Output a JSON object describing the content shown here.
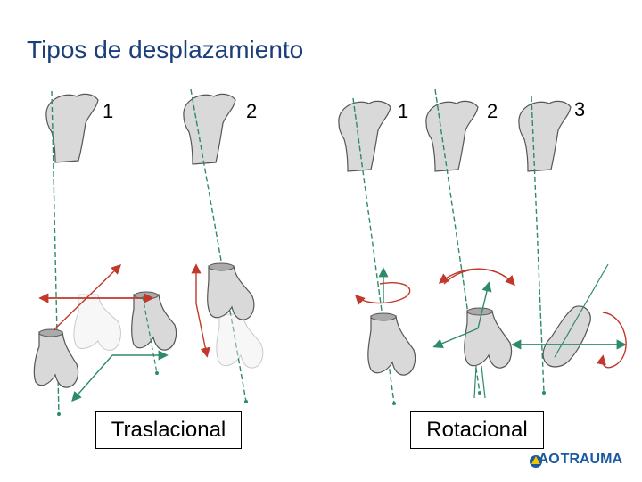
{
  "title": "Tipos de desplazamiento",
  "panels": [
    {
      "number": "1"
    },
    {
      "number": "2"
    },
    {
      "number": "1"
    },
    {
      "number": "2"
    },
    {
      "number": "3"
    }
  ],
  "captions": {
    "translational": "Traslacional",
    "rotational": "Rotacional"
  },
  "logo": {
    "ao": "AO",
    "trauma": "TRAUMA"
  },
  "colors": {
    "title": "#1a3f7a",
    "axis": "#2e8b6a",
    "arrow_red": "#c0392b",
    "bone": "#d9d9d9",
    "bone_stroke": "#555555"
  }
}
